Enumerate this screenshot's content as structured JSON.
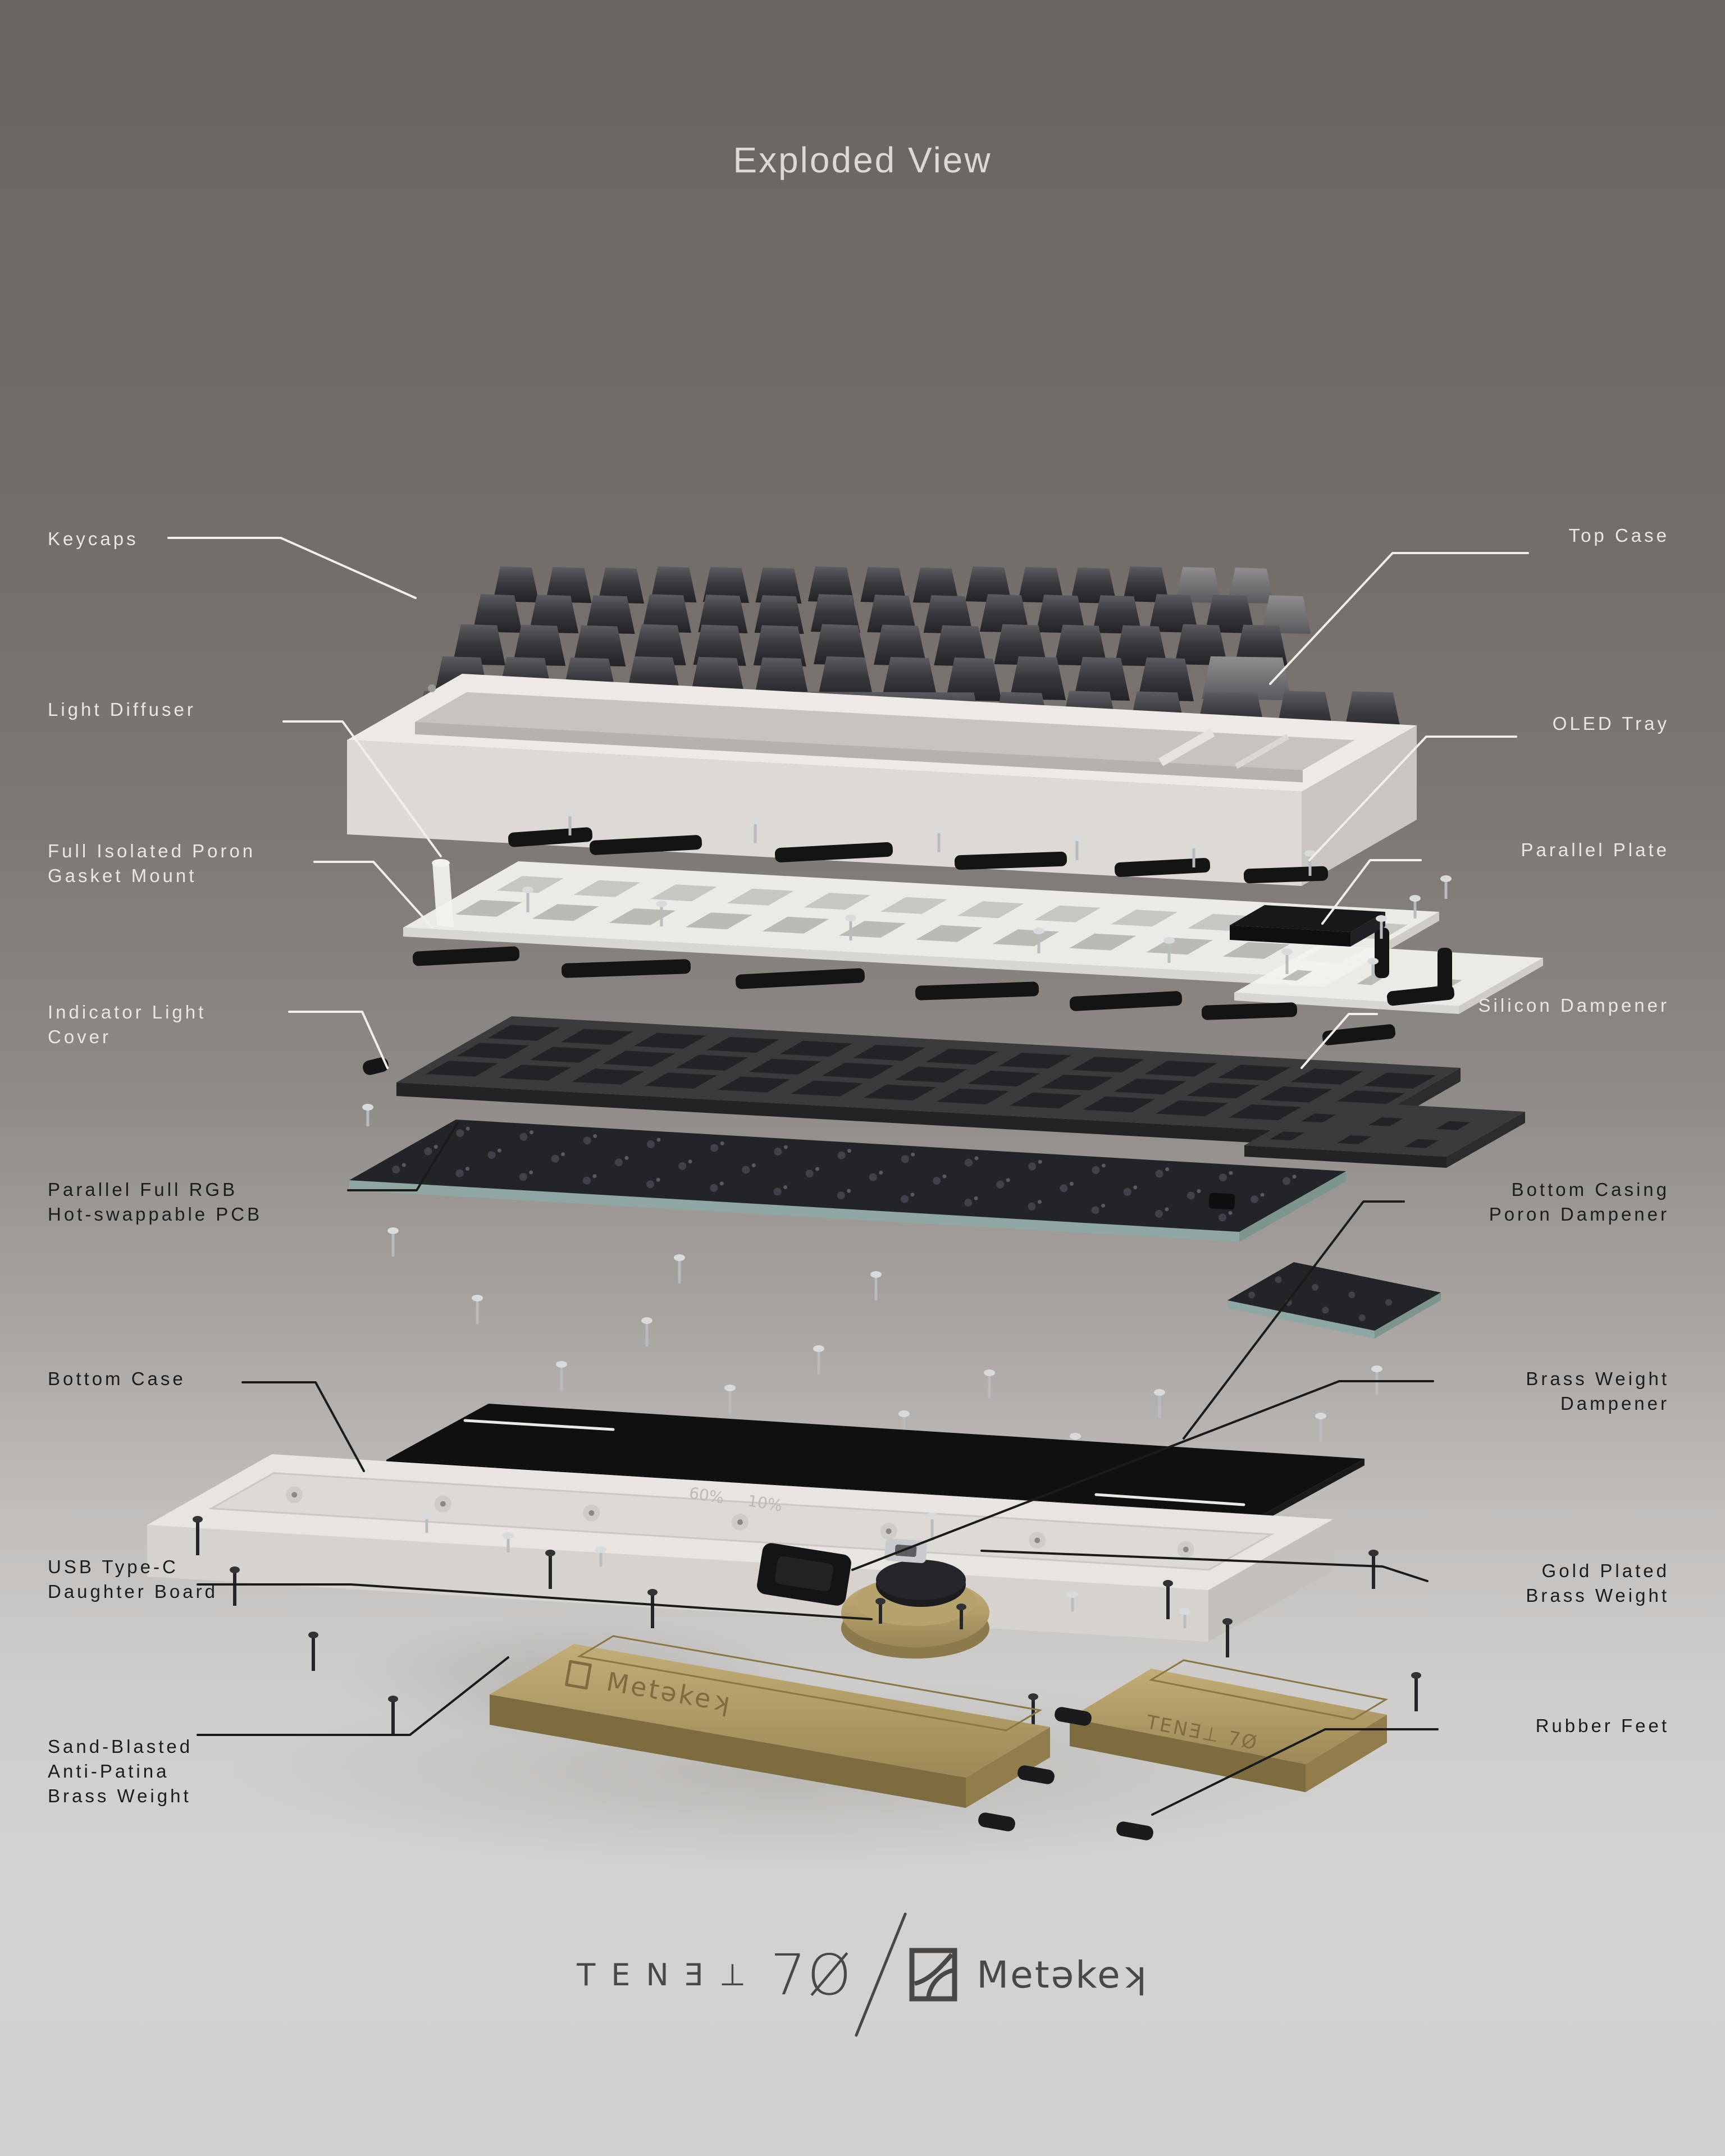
{
  "title": "Exploded View",
  "labels": {
    "left": [
      {
        "text": "Keycaps"
      },
      {
        "text": "Light Diffuser"
      },
      {
        "text": "Full Isolated Poron\nGasket Mount"
      },
      {
        "text": "Indicator Light\nCover"
      },
      {
        "text": "Parallel Full RGB\nHot-swappable PCB"
      },
      {
        "text": "Bottom Case"
      },
      {
        "text": "USB Type-C\nDaughter Board"
      },
      {
        "text": "Sand-Blasted\nAnti-Patina\nBrass Weight"
      }
    ],
    "right": [
      {
        "text": "Top Case"
      },
      {
        "text": "OLED Tray"
      },
      {
        "text": "Parallel Plate"
      },
      {
        "text": "Silicon Dampener"
      },
      {
        "text": "Bottom Casing\nPoron Dampener"
      },
      {
        "text": "Brass Weight\nDampener"
      },
      {
        "text": "Gold Plated\nBrass Weight"
      },
      {
        "text": "Rubber Feet"
      }
    ]
  },
  "logo": {
    "wordmark": "TENƎ⊥",
    "number": "7Ø",
    "brand": "Metəkeʞ"
  },
  "engravings": {
    "brass_left": "Metəkeʞ",
    "brass_right": "TENƎ⊥ 7Ø",
    "bottom_case_left": "60%",
    "bottom_case_right": "10%"
  },
  "colors": {
    "background_top": "#6b6561",
    "background_bottom": "#d4d2d0",
    "label_light": "#eae6e1",
    "label_dark": "#1e1c1a",
    "top_case": "#edeae5",
    "keycap": "#3a3a3e",
    "gasket": "#141414",
    "pcb_edge_teal": "#9eb4b0",
    "brass": "#b39d68",
    "poron": "#101011"
  }
}
